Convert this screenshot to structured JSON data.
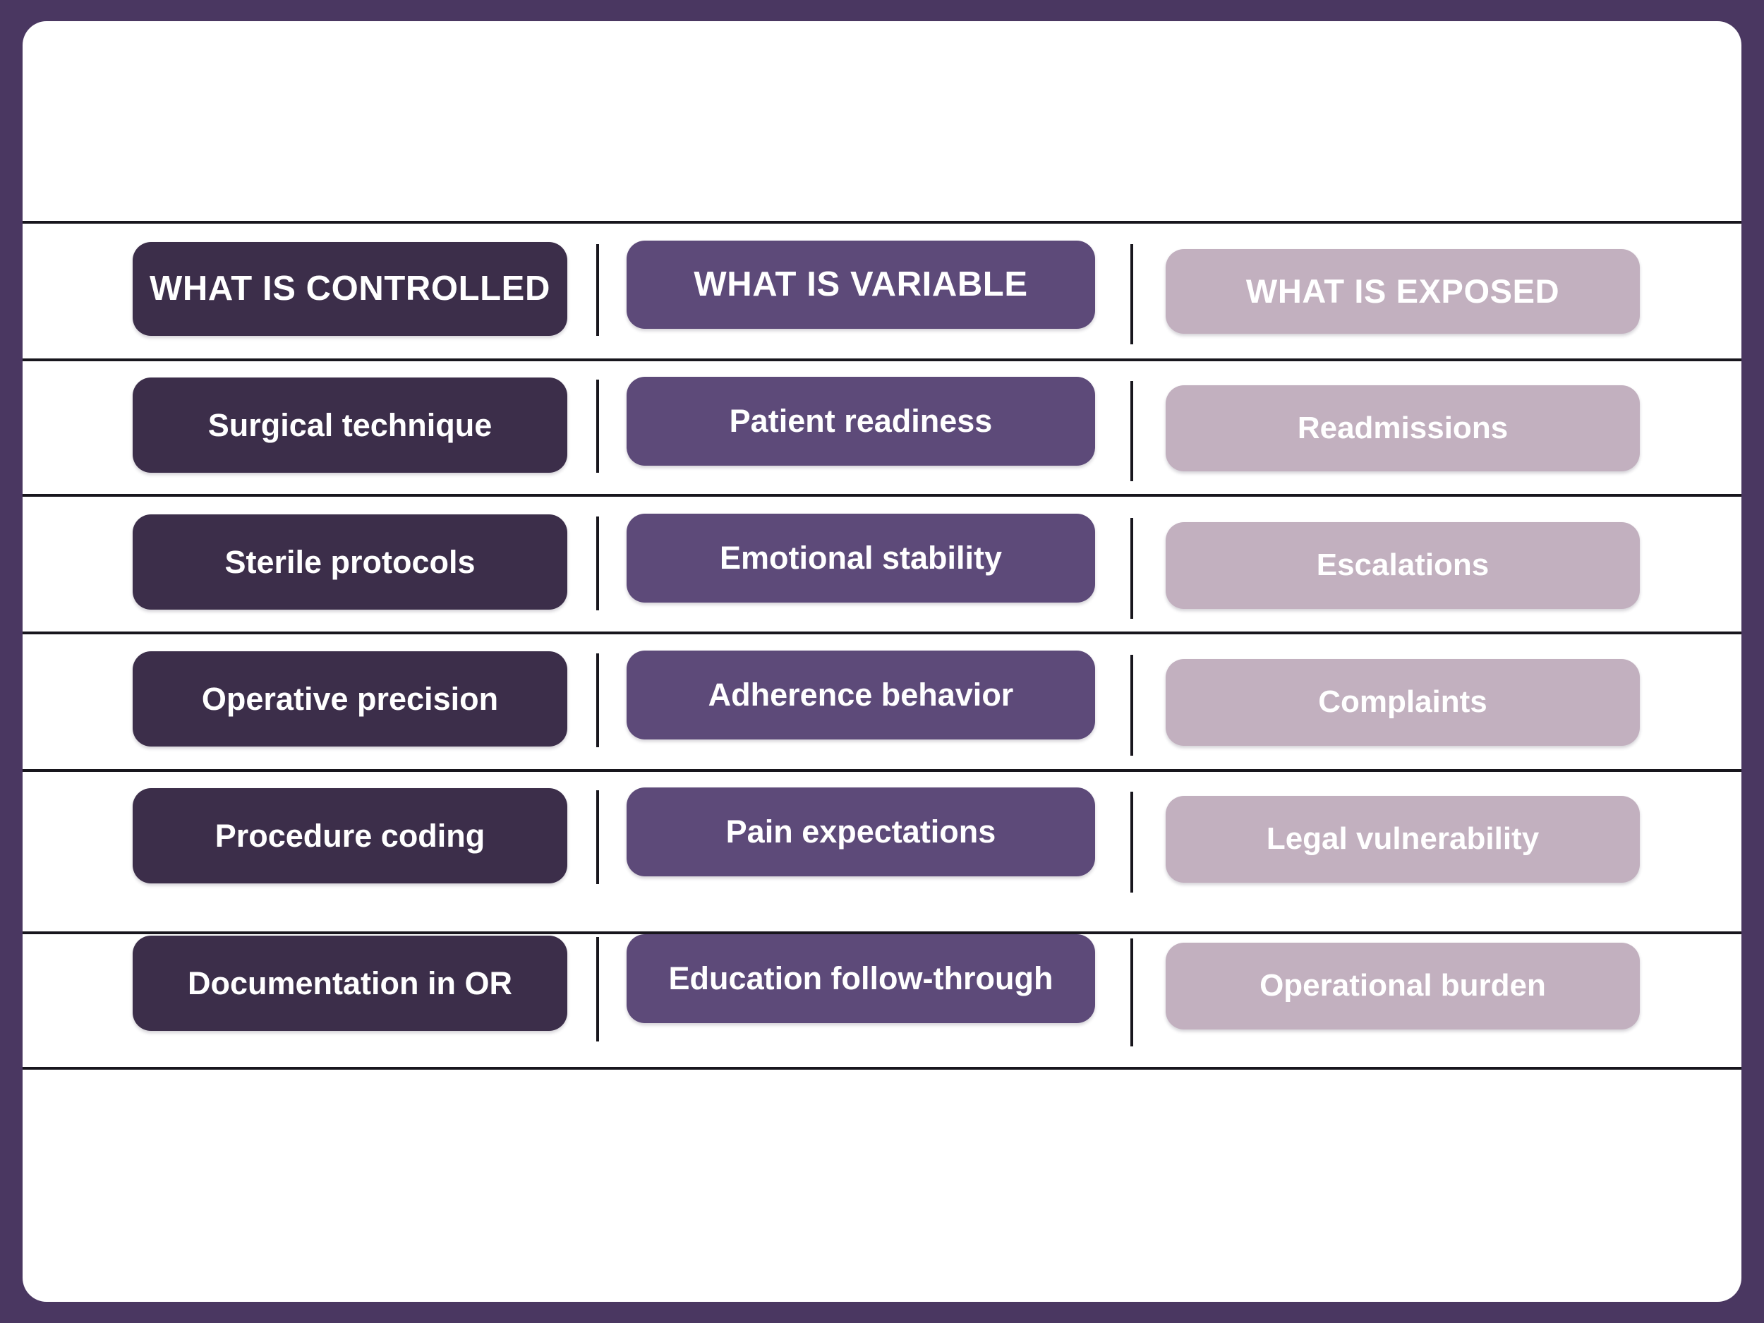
{
  "meta": {
    "theme": {
      "frame": "#4a3761",
      "card": "#ffffff",
      "rule": "#18161d",
      "column1": "#3c2e4a",
      "column2": "#5d4a79",
      "column3": "#c2b0bf",
      "pill_text": "#ffffff"
    }
  },
  "headers": [
    {
      "label": "WHAT IS CONTROLLED"
    },
    {
      "label": "WHAT IS VARIABLE"
    },
    {
      "label": "WHAT IS EXPOSED"
    }
  ],
  "rows": [
    {
      "controlled": "Surgical technique",
      "variable": "Patient readiness",
      "exposed": "Readmissions"
    },
    {
      "controlled": "Sterile protocols",
      "variable": "Emotional stability",
      "exposed": "Escalations"
    },
    {
      "controlled": "Operative precision",
      "variable": "Adherence behavior",
      "exposed": "Complaints"
    },
    {
      "controlled": "Procedure coding",
      "variable": "Pain expectations",
      "exposed": "Legal vulnerability"
    },
    {
      "controlled": "Documentation in OR",
      "variable": "Education follow-through",
      "exposed": "Operational burden"
    }
  ]
}
